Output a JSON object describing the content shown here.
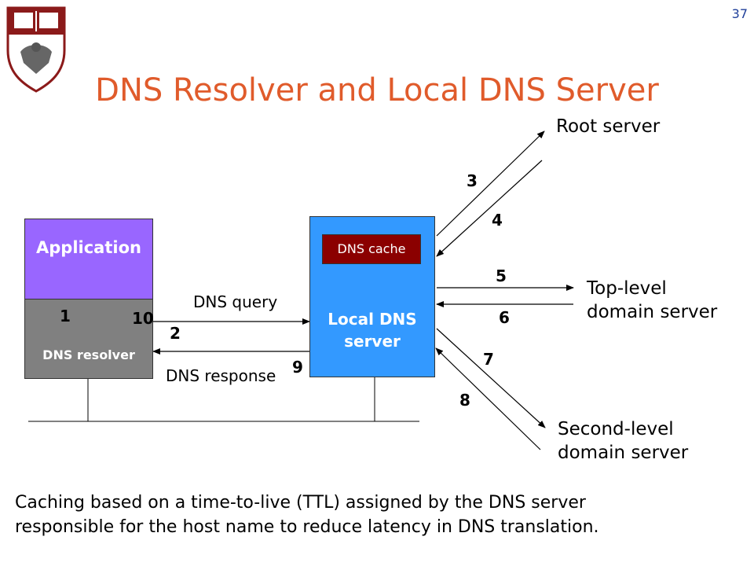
{
  "page_number": "37",
  "title": "DNS Resolver and Local DNS Server",
  "boxes": {
    "application": "Application",
    "dns_resolver": "DNS resolver",
    "local_dns_server": "Local DNS\nserver",
    "dns_cache": "DNS cache"
  },
  "labels": {
    "dns_query": "DNS query",
    "dns_response": "DNS response"
  },
  "servers": {
    "root": "Root server",
    "top_level": "Top-level\ndomain server",
    "second_level": "Second-level\ndomain server"
  },
  "steps": [
    "1",
    "2",
    "3",
    "4",
    "5",
    "6",
    "7",
    "8",
    "9",
    "10"
  ],
  "caption": "Caching based on a time-to-live (TTL) assigned by the DNS server\nresponsible for the host name to reduce latency in DNS translation.",
  "colors": {
    "title": "#e05b2b",
    "application": "#9966ff",
    "dns_resolver": "#808080",
    "local_dns_server": "#3399ff",
    "dns_cache": "#8b0000",
    "page_number": "#1f3f9a"
  }
}
